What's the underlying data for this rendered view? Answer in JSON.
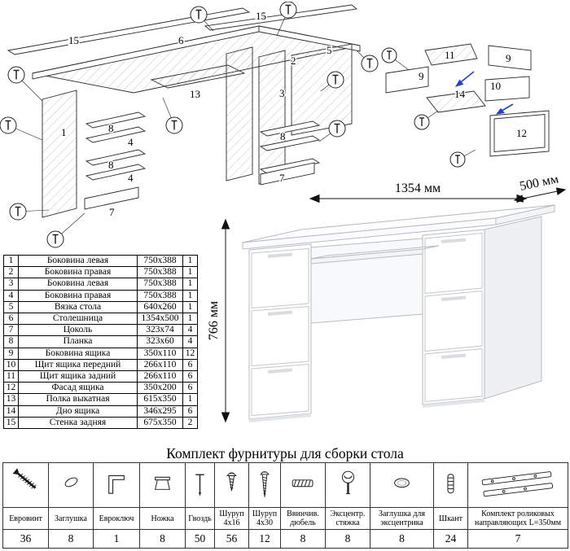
{
  "desk_view": {
    "width_label": "1354 мм",
    "depth_label": "500 мм",
    "height_label": "766 мм"
  },
  "main_diagram": {
    "labels": [
      "15",
      "6",
      "15",
      "2",
      "5",
      "3",
      "13",
      "1",
      "8",
      "4",
      "8",
      "4",
      "7",
      "8",
      "7"
    ]
  },
  "drawer_diagram": {
    "labels": [
      "11",
      "9",
      "9",
      "10",
      "14",
      "12"
    ]
  },
  "parts_table": {
    "rows": [
      {
        "num": "1",
        "name": "Боковина левая",
        "size": "750x388",
        "qty": "1"
      },
      {
        "num": "2",
        "name": "Боковина правая",
        "size": "750x388",
        "qty": "1"
      },
      {
        "num": "3",
        "name": "Боковина левая",
        "size": "750x388",
        "qty": "1"
      },
      {
        "num": "4",
        "name": "Боковина правая",
        "size": "750x388",
        "qty": "1"
      },
      {
        "num": "5",
        "name": "Вязка стола",
        "size": "640x260",
        "qty": "1"
      },
      {
        "num": "6",
        "name": "Столешница",
        "size": "1354x500",
        "qty": "1"
      },
      {
        "num": "7",
        "name": "Цоколь",
        "size": "323x74",
        "qty": "4"
      },
      {
        "num": "8",
        "name": "Планка",
        "size": "323x60",
        "qty": "4"
      },
      {
        "num": "9",
        "name": "Боковина ящика",
        "size": "350x110",
        "qty": "12"
      },
      {
        "num": "10",
        "name": "Щит ящика передний",
        "size": "266x110",
        "qty": "6"
      },
      {
        "num": "11",
        "name": "Щит ящика задний",
        "size": "266x110",
        "qty": "6"
      },
      {
        "num": "12",
        "name": "Фасад ящика",
        "size": "350x200",
        "qty": "6"
      },
      {
        "num": "13",
        "name": "Полка выкатная",
        "size": "615x350",
        "qty": "1"
      },
      {
        "num": "14",
        "name": "Дно ящика",
        "size": "346x295",
        "qty": "6"
      },
      {
        "num": "15",
        "name": "Стенка задняя",
        "size": "675x350",
        "qty": "2"
      }
    ]
  },
  "hardware": {
    "title": "Комплект фурнитуры для сборки стола",
    "items": [
      {
        "name": "Евровинт",
        "qty": "36",
        "icon": "euro-screw"
      },
      {
        "name": "Заглушка",
        "qty": "8",
        "icon": "cap"
      },
      {
        "name": "Евроключ",
        "qty": "1",
        "icon": "hex-key"
      },
      {
        "name": "Ножка",
        "qty": "8",
        "icon": "leg"
      },
      {
        "name": "Гвоздь",
        "qty": "50",
        "icon": "nail"
      },
      {
        "name": "Шуруп 4x16",
        "qty": "56",
        "icon": "screw-short"
      },
      {
        "name": "Шуруп 4x30",
        "qty": "12",
        "icon": "screw-long"
      },
      {
        "name": "Ввинчив. дюбель",
        "qty": "8",
        "icon": "threaded-dowel"
      },
      {
        "name": "Эксцентр. стяжка",
        "qty": "8",
        "icon": "cam-lock"
      },
      {
        "name": "Заглушка для эксцентрика",
        "qty": "8",
        "icon": "cam-cap"
      },
      {
        "name": "Шкант",
        "qty": "24",
        "icon": "wood-dowel"
      },
      {
        "name": "Комплект роликовых направляющих L=350мм",
        "qty": "7",
        "icon": "drawer-slides"
      }
    ]
  }
}
